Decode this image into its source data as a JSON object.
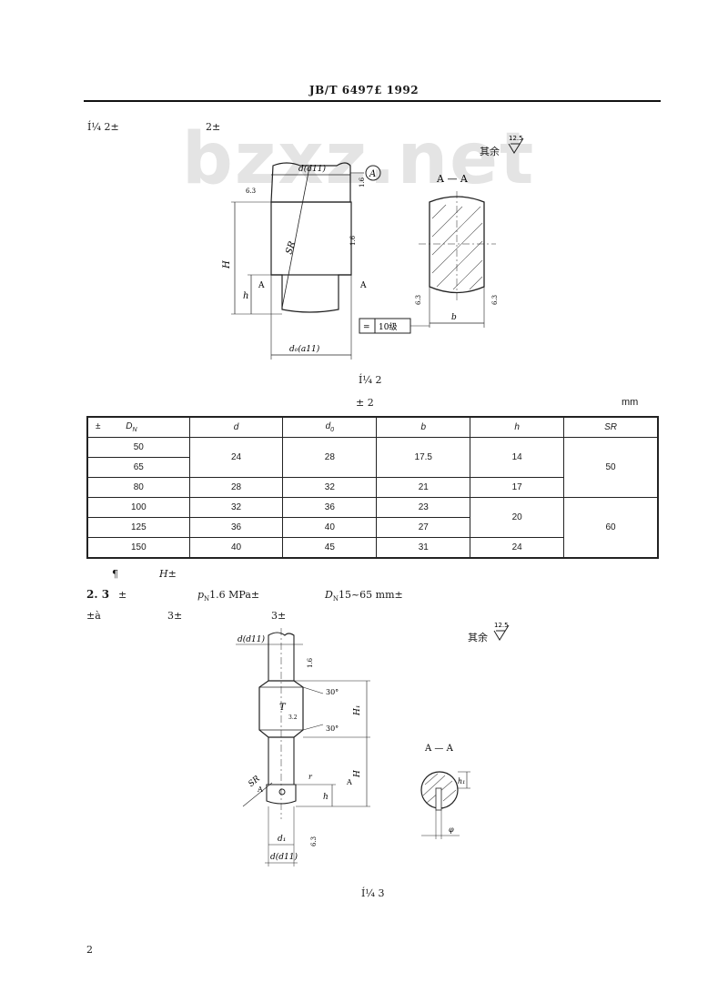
{
  "header": {
    "standard": "JB/T 6497£ 1992"
  },
  "watermark": "bzxz.net",
  "section1": {
    "label": "Í¼ 2±",
    "figure_ref": "2±"
  },
  "roughness_note": "其余",
  "roughness_values": {
    "rest": "12.5",
    "r63": "6.3",
    "r16": "1.6",
    "r32": "3.2"
  },
  "fig2": {
    "caption": "Í¼ 2",
    "section_label": "A — A",
    "dims": {
      "d": "d(d11)",
      "d0": "d₀(a11)",
      "H": "H",
      "h": "h",
      "SR": "SR",
      "b": "b",
      "A": "A",
      "A1": "A"
    },
    "tolerance": "10级"
  },
  "table": {
    "title": "±  2",
    "unit": "mm",
    "headers": [
      "±",
      "D",
      "d",
      "d",
      "b",
      "h",
      "SR"
    ],
    "header_subs": [
      "",
      "N",
      "",
      "0",
      "",
      "",
      ""
    ],
    "rows": [
      [
        "50",
        "24",
        "28",
        "17.5",
        "14",
        "50"
      ],
      [
        "65",
        "",
        "",
        "",
        "",
        ""
      ],
      [
        "80",
        "28",
        "32",
        "21",
        "17",
        ""
      ],
      [
        "100",
        "32",
        "36",
        "23",
        "20",
        "60"
      ],
      [
        "125",
        "36",
        "40",
        "27",
        "",
        ""
      ],
      [
        "150",
        "40",
        "45",
        "31",
        "24",
        ""
      ]
    ]
  },
  "note": {
    "prefix": "¶",
    "text": "H±"
  },
  "section23": {
    "number": "2. 3",
    "lead": "±",
    "p_sym": "p",
    "p_sub": "N",
    "p_val": "1.6  MPa±",
    "d_sym": "D",
    "d_sub": "N",
    "d_val": "15~65  mm±"
  },
  "section3": {
    "label": "±à",
    "ref1": "3±",
    "ref2": "3±"
  },
  "fig3": {
    "caption": "Í¼ 3",
    "section_label": "A — A",
    "dims": {
      "d": "d(d11)",
      "d1": "d₁",
      "H": "H",
      "H1": "H₁",
      "h": "h",
      "h1": "h₁",
      "SR": "SR",
      "T": "T",
      "phi": "φ",
      "angle1": "30°",
      "angle2": "30°",
      "r": "r",
      "A": "A"
    }
  },
  "page_number": "2"
}
